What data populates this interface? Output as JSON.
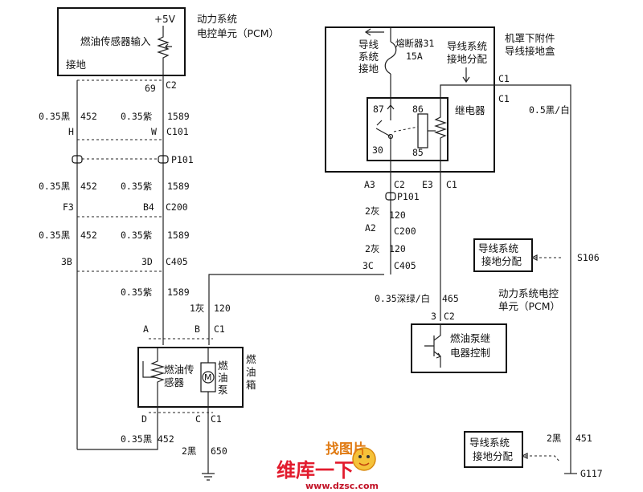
{
  "pcm_top": {
    "v5": "+5V",
    "sensor_input": "燃油传感器输入",
    "ground": "接地",
    "title_line1": "动力系统",
    "title_line2": "电控单元（PCM）"
  },
  "connector_c2_top": {
    "pin": "69",
    "name": "C2"
  },
  "left_wire_1": {
    "gauge": "0.35黑",
    "circuit": "452",
    "pin": "H"
  },
  "mid_wire_1": {
    "gauge": "0.35紫",
    "circuit": "1589",
    "pin": "W",
    "connector": "C101"
  },
  "p101_left": "P101",
  "left_wire_2": {
    "gauge": "0.35黑",
    "circuit": "452",
    "pin": "F3"
  },
  "mid_wire_2": {
    "gauge": "0.35紫",
    "circuit": "1589",
    "pin": "B4",
    "connector": "C200"
  },
  "left_wire_3": {
    "gauge": "0.35黑",
    "circuit": "452",
    "pin": "3B"
  },
  "mid_wire_3": {
    "gauge": "0.35紫",
    "circuit": "1589",
    "pin": "3D",
    "connector": "C405"
  },
  "mid_wire_4": {
    "gauge": "0.35紫",
    "circuit": "1589"
  },
  "gray_wire": {
    "gauge": "1灰",
    "circuit": "120"
  },
  "tank_pins": {
    "a": "A",
    "b": "B",
    "c1": "C1",
    "d": "D",
    "c": "C",
    "c1b": "C1"
  },
  "tank": {
    "sensor_line1": "燃油传",
    "sensor_line2": "感器",
    "pump_line1": "燃",
    "pump_line2": "油",
    "pump_line3": "泵",
    "tank_line1": "燃",
    "tank_line2": "油",
    "tank_line3": "箱",
    "motor_symbol": "M"
  },
  "bottom_left_wire": {
    "gauge": "0.35黑",
    "circuit": "452"
  },
  "bottom_ground_wire": {
    "gauge": "2黑",
    "circuit": "650"
  },
  "fuse_box": {
    "ground_line1": "导线",
    "ground_line2": "系统",
    "ground_line3": "接地",
    "fuse_name": "熔断器31",
    "fuse_rating": "15A",
    "dist_line1": "导线系统",
    "dist_line2": "接地分配",
    "title_line1": "机罩下附件",
    "title_line2": "导线接地盒",
    "relay": "继电器",
    "pin87": "87",
    "pin86": "86",
    "pin30": "30",
    "pin85": "85",
    "c1_out": "C1",
    "c1_in": "C1"
  },
  "black_white_wire": {
    "gauge": "0.5黑/白"
  },
  "relay_conn": {
    "a3": "A3",
    "c2": "C2",
    "e3": "E3",
    "c1": "C1",
    "p101": "P101"
  },
  "relay_wire_1": {
    "gauge": "2灰",
    "circuit": "120",
    "pin": "A2",
    "connector": "C200"
  },
  "relay_wire_2": {
    "gauge": "2灰",
    "circuit": "120",
    "pin": "3C",
    "connector": "C405"
  },
  "green_wire": {
    "gauge": "0.35深绿/白",
    "circuit": "465"
  },
  "pcm_bottom": {
    "pin": "3",
    "connector": "C2",
    "relay_ctrl_line1": "燃油泵继",
    "relay_ctrl_line2": "电器控制",
    "title_line1": "动力系统电控",
    "title_line2": "单元（PCM）"
  },
  "ground_dist_mid": {
    "line1": "导线系统",
    "line2": "接地分配",
    "splice": "S106"
  },
  "ground_dist_bot": {
    "line1": "导线系统",
    "line2": "接地分配"
  },
  "black_wire_451": {
    "gauge": "2黑",
    "circuit": "451",
    "ground": "G117"
  },
  "watermark": {
    "top": "找图片",
    "main": "维库一下",
    "url": "www.dzsc.com"
  }
}
